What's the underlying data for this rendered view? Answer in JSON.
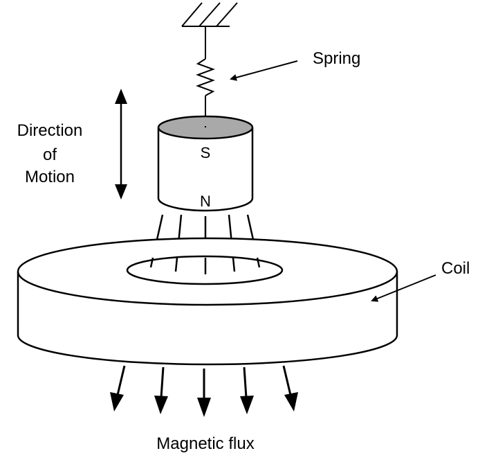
{
  "labels": {
    "spring": "Spring",
    "direction_line1": "Direction",
    "direction_line2": "of",
    "direction_line3": "Motion",
    "coil": "Coil",
    "magnetic_flux": "Magnetic flux",
    "pole_south": "S",
    "pole_north": "N"
  },
  "colors": {
    "magnet_top_face": "#a9a9a9",
    "stroke": "#000000",
    "background": "#ffffff"
  }
}
